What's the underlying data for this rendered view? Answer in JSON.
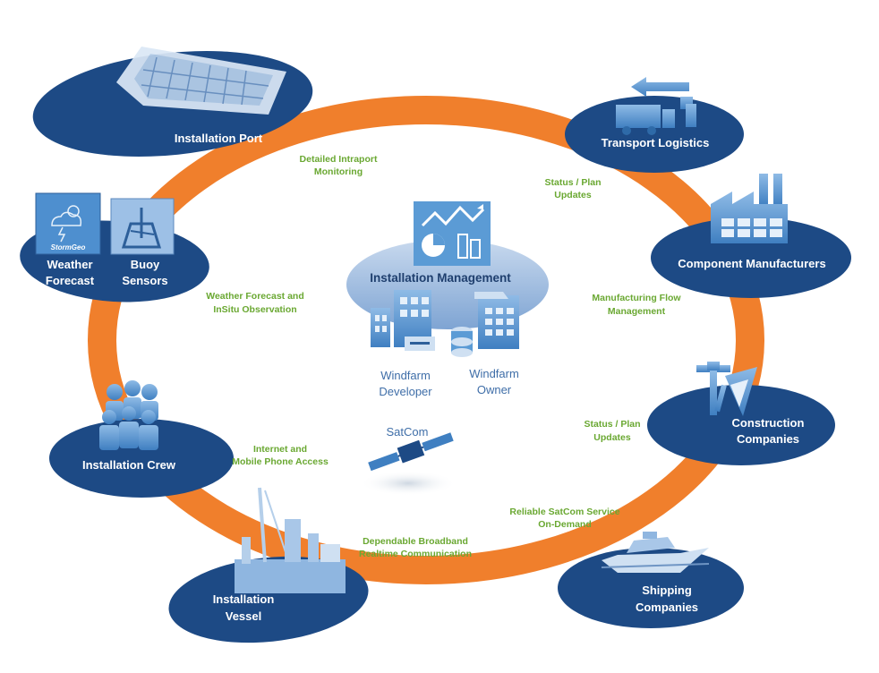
{
  "nodes": {
    "installation_port": {
      "label": "Installation Port"
    },
    "transport_logistics": {
      "label": "Transport Logistics"
    },
    "component_manufacturers": {
      "label": "Component Manufacturers"
    },
    "construction_companies": {
      "line1": "Construction",
      "line2": "Companies"
    },
    "shipping_companies": {
      "line1": "Shipping",
      "line2": "Companies"
    },
    "installation_vessel": {
      "line1": "Installation",
      "line2": "Vessel"
    },
    "installation_crew": {
      "label": "Installation Crew"
    },
    "weather_forecast": {
      "line1": "Weather",
      "line2": "Forecast",
      "brand": "StormGeo"
    },
    "buoy_sensors": {
      "line1": "Buoy",
      "line2": "Sensors"
    }
  },
  "edges": {
    "intraport": {
      "line1": "Detailed Intraport",
      "line2": "Monitoring"
    },
    "status_plan_top": {
      "line1": "Status / Plan",
      "line2": "Updates"
    },
    "weather_insitu": {
      "line1": "Weather Forecast and",
      "line2": "InSitu Observation"
    },
    "manufacturing": {
      "line1": "Manufacturing Flow",
      "line2": "Management"
    },
    "status_plan_right": {
      "line1": "Status / Plan",
      "line2": "Updates"
    },
    "internet": {
      "line1": "Internet and",
      "line2": "Mobile Phone Access"
    },
    "satcom_service": {
      "line1": "Reliable SatCom Service",
      "line2": "On-Demand"
    },
    "broadband": {
      "line1": "Dependable Broadband",
      "line2": "Realtime Communication"
    }
  },
  "hub": {
    "title": "Installation Management",
    "developer": {
      "line1": "Windfarm",
      "line2": "Developer"
    },
    "owner": {
      "line1": "Windfarm",
      "line2": "Owner"
    }
  },
  "satcom": {
    "label": "SatCom"
  },
  "colors": {
    "ring": "#f07f2c",
    "node": "#1d4a85",
    "icon": "#5b9bd5",
    "edge_text": "#6aa832",
    "hub_fill": "#a9c3e3"
  }
}
